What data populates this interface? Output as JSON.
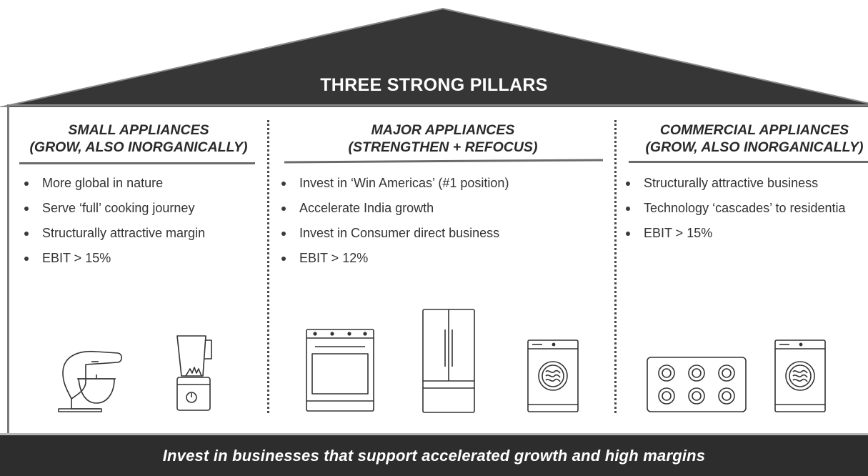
{
  "title": "THREE STRONG PILLARS",
  "pillars": [
    {
      "heading_line1": "SMALL APPLIANCES",
      "heading_line2": "(GROW, ALSO INORGANICALLY)",
      "bullets": [
        "More global in nature",
        "Serve ‘full’ cooking journey",
        "Structurally attractive margin",
        "EBIT > 15%"
      ],
      "icons": [
        "stand-mixer-icon",
        "blender-icon"
      ]
    },
    {
      "heading_line1": "MAJOR APPLIANCES",
      "heading_line2": "(STRENGTHEN + REFOCUS)",
      "bullets": [
        "Invest in ‘Win Americas’ (#1 position)",
        "Accelerate India growth",
        "Invest in Consumer direct business",
        "EBIT > 12%"
      ],
      "icons": [
        "oven-range-icon",
        "refrigerator-icon",
        "washing-machine-icon"
      ]
    },
    {
      "heading_line1": "COMMERCIAL APPLIANCES",
      "heading_line2": "(GROW, ALSO INORGANICALLY)",
      "bullets": [
        "Structurally attractive business",
        "Technology ‘cascades’ to residentia",
        "EBIT > 15%"
      ],
      "icons": [
        "cooktop-icon",
        "washing-machine-icon"
      ]
    }
  ],
  "banner": "Invest in businesses that support accelerated growth and high margins",
  "colors": {
    "roof": "#363636",
    "banner": "#2d2d2d",
    "text": "#2b2b2b"
  }
}
